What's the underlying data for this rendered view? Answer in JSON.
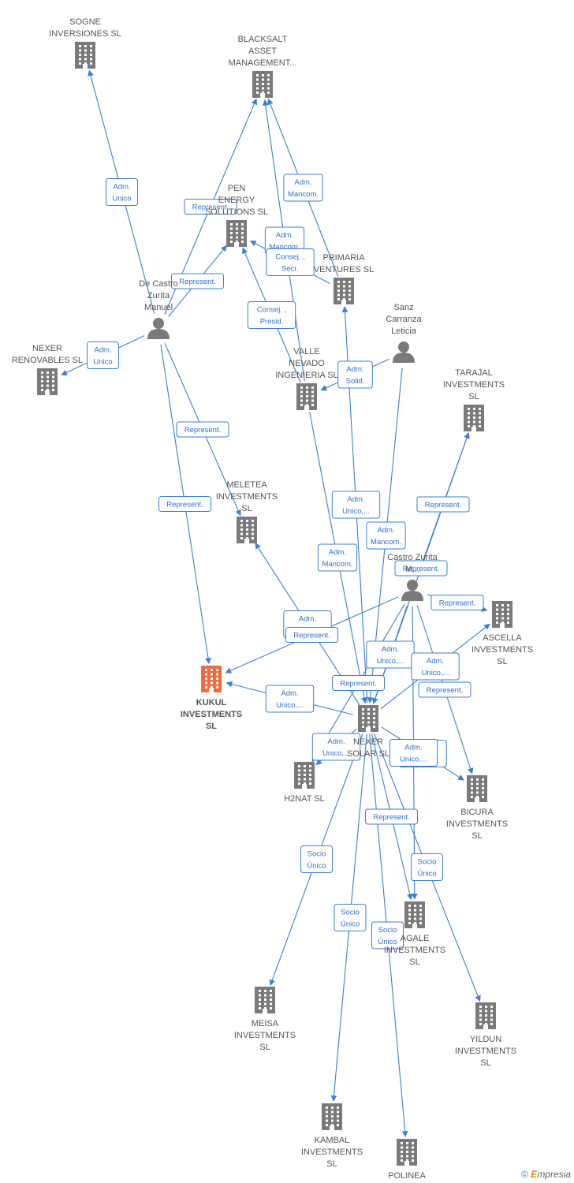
{
  "colors": {
    "edge": "#3a7fd5",
    "node": "#7a7a7a",
    "highlight": "#f06b3c"
  },
  "footer": {
    "copyright": "©",
    "brand_e": "E",
    "brand_rest": "mpresia"
  },
  "nodes": [
    {
      "id": "sogne",
      "type": "company",
      "lines": [
        "SOGNE",
        "INVERSIONES SL"
      ]
    },
    {
      "id": "blacksalt",
      "type": "company",
      "lines": [
        "BLACKSALT",
        "ASSET",
        "MANAGEMENT..."
      ]
    },
    {
      "id": "pen",
      "type": "company",
      "lines": [
        "PEN",
        "ENERGY",
        "SOLUTIONS  SL"
      ]
    },
    {
      "id": "primaria",
      "type": "company",
      "lines": [
        "PRIMARIA",
        "VENTURES SL"
      ]
    },
    {
      "id": "decastro",
      "type": "person",
      "lines": [
        "De Castro",
        "Zurita",
        "Manuel"
      ]
    },
    {
      "id": "sanz",
      "type": "person",
      "lines": [
        "Sanz",
        "Carranza",
        "Leticia"
      ]
    },
    {
      "id": "nexer_ren",
      "type": "company",
      "lines": [
        "NEXER",
        "RENOVABLES SL"
      ]
    },
    {
      "id": "valle",
      "type": "company",
      "lines": [
        "VALLE",
        "NEVADO",
        "INGENIERIA SL"
      ]
    },
    {
      "id": "tarajal",
      "type": "company",
      "lines": [
        "TARAJAL",
        "INVESTMENTS",
        "SL"
      ]
    },
    {
      "id": "meletea",
      "type": "company",
      "lines": [
        "MELETEA",
        "INVESTMENTS",
        "SL"
      ]
    },
    {
      "id": "castrozm",
      "type": "person",
      "lines": [
        "Castro Zurita",
        "M..."
      ]
    },
    {
      "id": "ascella",
      "type": "company",
      "lines": [
        "ASCELLA",
        "INVESTMENTS",
        "SL"
      ]
    },
    {
      "id": "kukul",
      "type": "company",
      "highlight": true,
      "lines": [
        "KUKUL",
        "INVESTMENTS",
        "SL"
      ]
    },
    {
      "id": "nexer_sol",
      "type": "company",
      "lines": [
        "NEXER",
        "SOLAR  SL"
      ]
    },
    {
      "id": "h2nat",
      "type": "company",
      "lines": [
        "H2NAT  SL"
      ]
    },
    {
      "id": "bicura",
      "type": "company",
      "lines": [
        "BICURA",
        "INVESTMENTS",
        "SL"
      ]
    },
    {
      "id": "agale",
      "type": "company",
      "lines": [
        "AGALE",
        "INVESTMENTS",
        "SL"
      ]
    },
    {
      "id": "meisa",
      "type": "company",
      "lines": [
        "MEISA",
        "INVESTMENTS",
        "SL"
      ]
    },
    {
      "id": "yildun",
      "type": "company",
      "lines": [
        "YILDUN",
        "INVESTMENTS",
        "SL"
      ]
    },
    {
      "id": "kambal",
      "type": "company",
      "lines": [
        "KAMBAL",
        "INVESTMENTS",
        "SL"
      ]
    },
    {
      "id": "polinea",
      "type": "company",
      "lines": [
        "POLINEA"
      ]
    }
  ],
  "edges": [
    {
      "from": "decastro",
      "to": "sogne",
      "label": [
        "Adm.",
        "Unico"
      ]
    },
    {
      "from": "decastro",
      "to": "blacksalt",
      "label": [
        "Represent."
      ]
    },
    {
      "from": "decastro",
      "to": "pen",
      "label": [
        "Represent."
      ]
    },
    {
      "from": "decastro",
      "to": "nexer_ren",
      "label": [
        "Adm.",
        "Unico"
      ]
    },
    {
      "from": "decastro",
      "to": "meletea",
      "label": [
        "Represent."
      ]
    },
    {
      "from": "decastro",
      "to": "kukul",
      "label": [
        "Represent."
      ]
    },
    {
      "from": "primaria",
      "to": "blacksalt",
      "label": [
        "Adm.",
        "Mancom."
      ]
    },
    {
      "from": "valle",
      "to": "blacksalt",
      "label": [
        "Adm.",
        "Mancom."
      ]
    },
    {
      "from": "primaria",
      "to": "pen",
      "label": [
        "Consej. ,",
        "Secr."
      ]
    },
    {
      "from": "valle",
      "to": "pen",
      "label": [
        "Consej. ,",
        "Presid."
      ]
    },
    {
      "from": "sanz",
      "to": "valle",
      "label": [
        "Adm.",
        "Solid."
      ]
    },
    {
      "from": "sanz",
      "to": "nexer_sol",
      "label": [
        "Adm.",
        "Mancom."
      ]
    },
    {
      "from": "nexer_sol",
      "to": "primaria",
      "label": [
        "Adm.",
        "Unico,..."
      ]
    },
    {
      "from": "valle",
      "to": "nexer_sol",
      "label": [
        "Adm.",
        "Mancom."
      ]
    },
    {
      "from": "castrozm",
      "to": "tarajal",
      "label": [
        "Represent."
      ]
    },
    {
      "from": "nexer_sol",
      "to": "tarajal",
      "label": [
        "Represent."
      ]
    },
    {
      "from": "castrozm",
      "to": "nexer_sol",
      "label": [
        "Adm.",
        "Unico,..."
      ]
    },
    {
      "from": "castrozm",
      "to": "ascella",
      "label": [
        "Represent."
      ]
    },
    {
      "from": "nexer_sol",
      "to": "meletea",
      "label": [
        "Adm.",
        "Unico,..."
      ]
    },
    {
      "from": "nexer_sol",
      "to": "kukul",
      "label": [
        "Adm.",
        "Unico,..."
      ]
    },
    {
      "from": "castrozm",
      "to": "h2nat",
      "label": [
        "Represent."
      ]
    },
    {
      "from": "castrozm",
      "to": "kukul",
      "label": [
        "Represent."
      ]
    },
    {
      "from": "nexer_sol",
      "to": "ascella",
      "label": [
        "Adm.",
        "Unico,..."
      ]
    },
    {
      "from": "castrozm",
      "to": "bicura",
      "label": [
        "Represent."
      ]
    },
    {
      "from": "nexer_sol",
      "to": "h2nat",
      "label": [
        "Adm.",
        "Unico,..."
      ]
    },
    {
      "from": "nexer_sol",
      "to": "bicura",
      "label": [
        "Adm.",
        "Unico,..."
      ]
    },
    {
      "from": "castrozm",
      "to": "agale",
      "label": [
        "Adm.",
        "Unico,..."
      ]
    },
    {
      "from": "nexer_sol",
      "to": "meisa",
      "label": [
        "Socio",
        "Único"
      ]
    },
    {
      "from": "nexer_sol",
      "to": "yildun",
      "label": [
        "Socio",
        "Único"
      ]
    },
    {
      "from": "nexer_sol",
      "to": "kambal",
      "label": [
        "Socio",
        "Único"
      ]
    },
    {
      "from": "nexer_sol",
      "to": "polinea",
      "label": [
        "Socio",
        "Único"
      ]
    },
    {
      "from": "nexer_sol",
      "to": "agale",
      "label": [
        "Represent."
      ]
    }
  ]
}
